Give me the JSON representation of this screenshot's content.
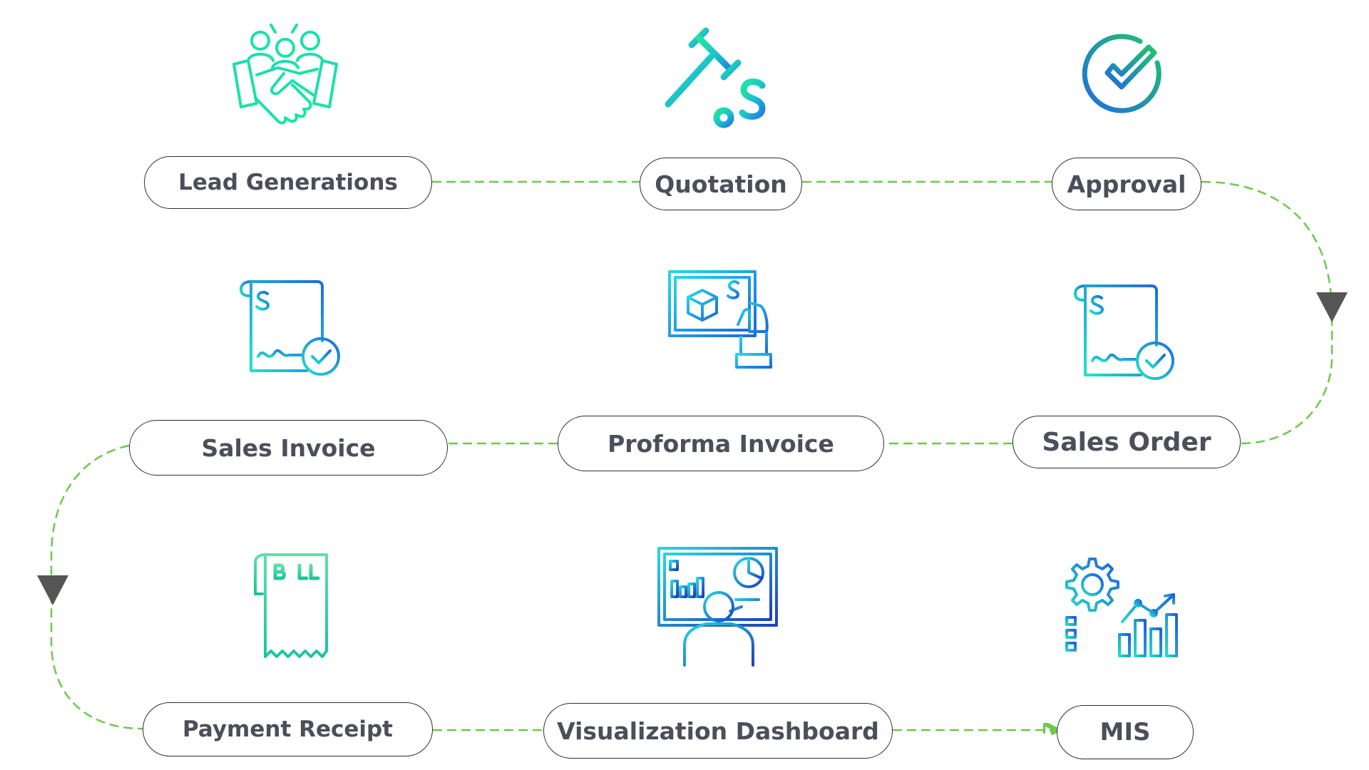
{
  "title": "",
  "steps": [
    {
      "label": "Lead Generations",
      "icon": "handshake-team-icon"
    },
    {
      "label": "Quotation",
      "icon": "gavel-dollar-icon"
    },
    {
      "label": "Approval",
      "icon": "checkmark-circle-icon"
    },
    {
      "label": "Sales Order",
      "icon": "order-document-check-icon"
    },
    {
      "label": "Proforma Invoice",
      "icon": "proforma-invoice-hand-icon"
    },
    {
      "label": "Sales Invoice",
      "icon": "invoice-document-check-icon"
    },
    {
      "label": "Payment Receipt",
      "icon": "bill-receipt-icon"
    },
    {
      "label": "Visualization Dashboard",
      "icon": "dashboard-presenter-icon"
    },
    {
      "label": "MIS",
      "icon": "mis-report-icon"
    }
  ],
  "colors": {
    "connector": "#6cc94a",
    "arrow": "#555555",
    "pill_border": "#2b2d33",
    "label_text": "#4a4f5a",
    "icon_gradient_green": "#1fe6b0",
    "icon_gradient_blue": "#1e6ae0",
    "icon_gradient_cyan": "#26d7e8"
  }
}
